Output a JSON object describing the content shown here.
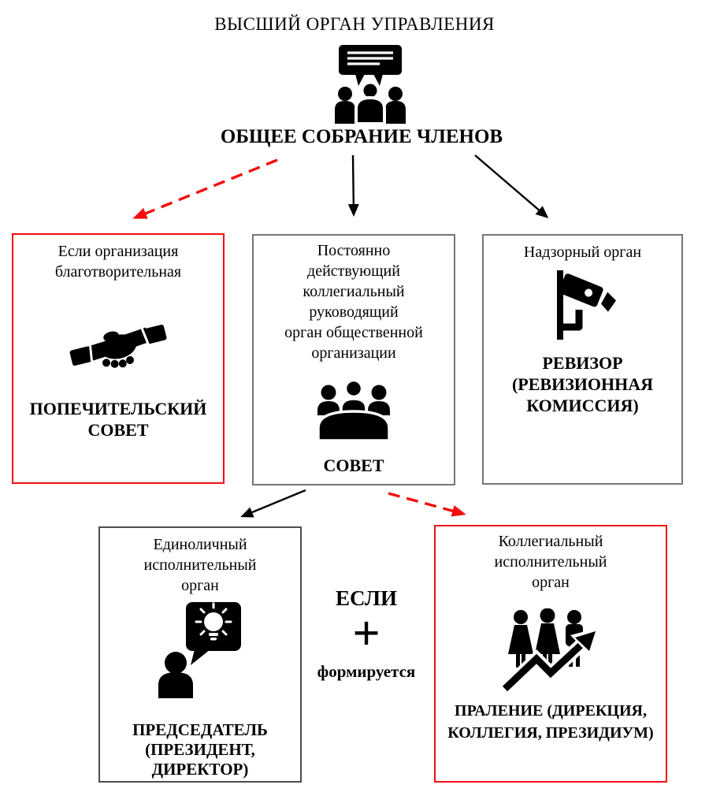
{
  "header": {
    "title": "ВЫСШИЙ ОРГАН УПРАВЛЕНИЯ",
    "label": "ОБЩЕЕ СОБРАНИЕ ЧЛЕНОВ"
  },
  "boxes": {
    "trustee": {
      "caption": "Если организация\nблаготворительная",
      "label": "ПОПЕЧИТЕЛЬСКИЙ\nСОВЕТ"
    },
    "council": {
      "caption": "Постоянно\nдействующий\nколлегиальный\nруководящий\nорган общественной\nорганизации",
      "label": "СОВЕТ"
    },
    "auditor": {
      "caption": "Надзорный орган",
      "label": "РЕВИЗОР\n(РЕВИЗИОННАЯ\nКОМИССИЯ)"
    },
    "chairman": {
      "caption": "Единоличный\nисполнительный\nорган",
      "label": "ПРЕДСЕДАТЕЛЬ\n(ПРЕЗИДЕНТ,\nДИРЕКТОР)"
    },
    "board": {
      "caption": "Коллегиальный\nисполнительный\nорган",
      "label": "ПРАЛЕНИЕ (ДИРЕКЦИЯ,\nКОЛЛЕГИЯ, ПРЕЗИДИУМ)"
    }
  },
  "note": {
    "condition": "ЕСЛИ",
    "plus": "+",
    "forms": "формируется"
  },
  "icons": {
    "assembly": "group-discussion-icon",
    "trustee": "handshake-icon",
    "council": "meeting-icon",
    "auditor": "cctv-camera-icon",
    "chairman": "person-idea-icon",
    "board": "team-growth-arrow-icon"
  },
  "colors": {
    "accent_red": "#f30e0e",
    "border_gray": "#767676",
    "border_dark": "#4d4d4d",
    "ink": "#000000"
  }
}
